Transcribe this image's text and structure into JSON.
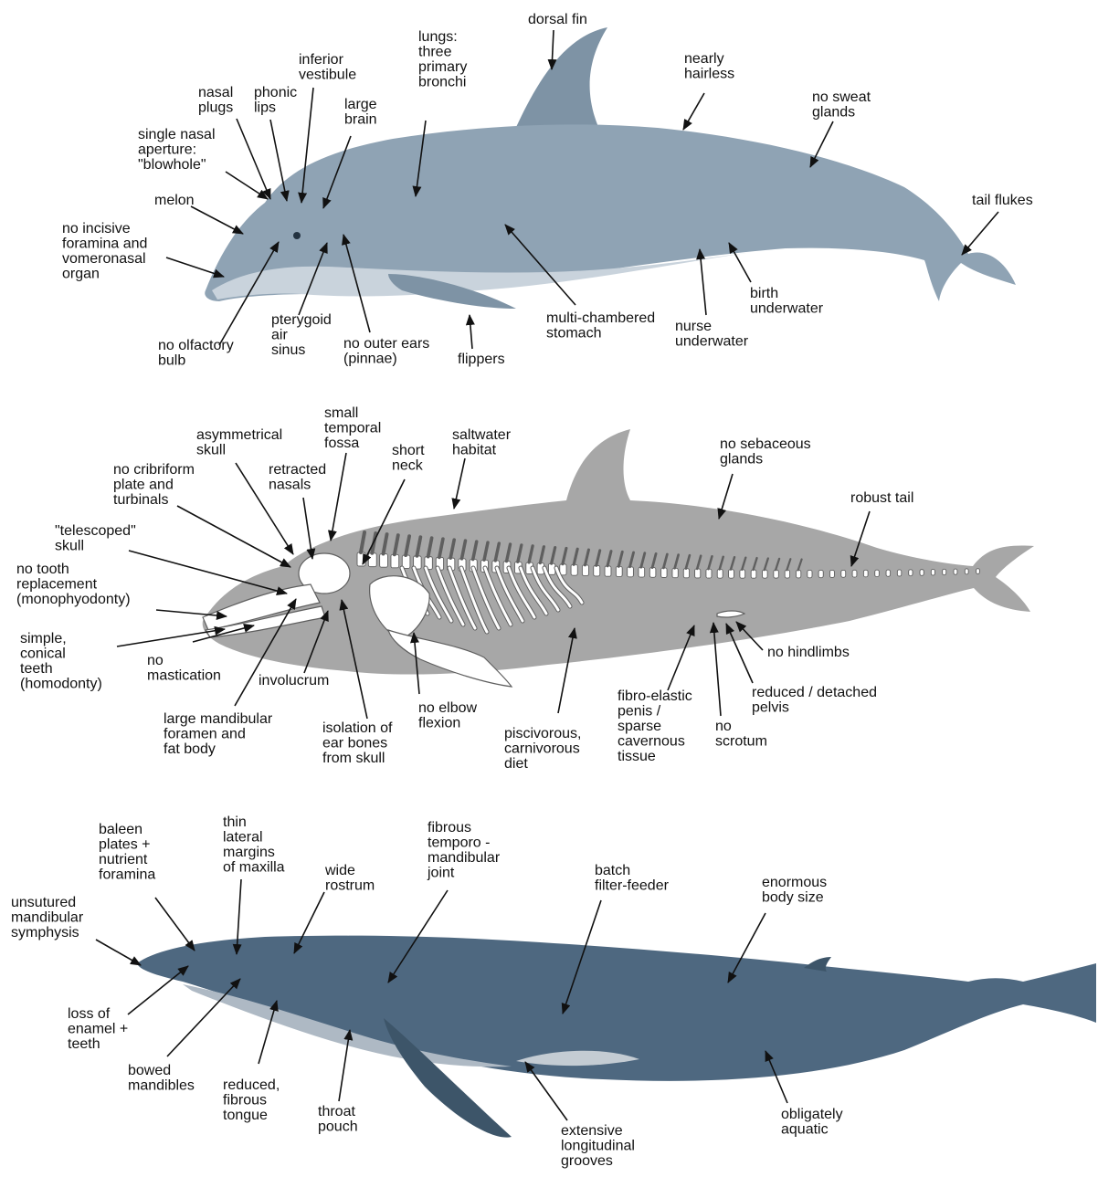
{
  "colors": {
    "dolphin_body": "#8fa3b4",
    "dolphin_belly": "#c9d3dc",
    "dolphin_fin": "#7e93a5",
    "silhouette": "#a7a7a7",
    "bone": "#ffffff",
    "bone_outline": "#5f5f5f",
    "whale_body": "#4e6880",
    "whale_dark": "#3d5569",
    "whale_belly": "#aeb9c4",
    "label_text": "#111111",
    "pointer": "#111111"
  },
  "panels": [
    {
      "id": "dolphin-external",
      "labels": [
        {
          "name": "dorsal-fin",
          "lines": [
            "dorsal fin"
          ]
        },
        {
          "name": "lungs",
          "lines": [
            "lungs:",
            "three",
            "primary",
            "bronchi"
          ]
        },
        {
          "name": "inferior-vestibule",
          "lines": [
            "inferior",
            "vestibule"
          ]
        },
        {
          "name": "nasal-plugs",
          "lines": [
            "nasal",
            "plugs"
          ]
        },
        {
          "name": "phonic-lips",
          "lines": [
            "phonic",
            "lips"
          ]
        },
        {
          "name": "large-brain",
          "lines": [
            "large",
            "brain"
          ]
        },
        {
          "name": "nearly-hairless",
          "lines": [
            "nearly",
            "hairless"
          ]
        },
        {
          "name": "no-sweat-glands",
          "lines": [
            "no sweat",
            "glands"
          ]
        },
        {
          "name": "blowhole",
          "lines": [
            "single nasal",
            "aperture:",
            "\"blowhole\""
          ]
        },
        {
          "name": "melon",
          "lines": [
            "melon"
          ]
        },
        {
          "name": "tail-flukes",
          "lines": [
            "tail flukes"
          ]
        },
        {
          "name": "no-incisive-foramina",
          "lines": [
            "no incisive",
            "foramina and",
            "vomeronasal",
            "organ"
          ]
        },
        {
          "name": "pterygoid-air-sinus",
          "lines": [
            "pterygoid",
            "air",
            "sinus"
          ]
        },
        {
          "name": "multi-chambered-stomach",
          "lines": [
            "multi-chambered",
            "stomach"
          ]
        },
        {
          "name": "birth-underwater",
          "lines": [
            "birth",
            "underwater"
          ]
        },
        {
          "name": "no-olfactory-bulb",
          "lines": [
            "no olfactory",
            "bulb"
          ]
        },
        {
          "name": "no-outer-ears",
          "lines": [
            "no outer ears",
            "(pinnae)"
          ]
        },
        {
          "name": "flippers",
          "lines": [
            "flippers"
          ]
        },
        {
          "name": "nurse-underwater",
          "lines": [
            "nurse",
            "underwater"
          ]
        }
      ]
    },
    {
      "id": "dolphin-skeleton",
      "labels": [
        {
          "name": "small-temporal-fossa",
          "lines": [
            "small",
            "temporal",
            "fossa"
          ]
        },
        {
          "name": "saltwater-habitat",
          "lines": [
            "saltwater",
            "habitat"
          ]
        },
        {
          "name": "asymmetrical-skull",
          "lines": [
            "asymmetrical",
            "skull"
          ]
        },
        {
          "name": "short-neck",
          "lines": [
            "short",
            "neck"
          ]
        },
        {
          "name": "no-sebaceous-glands",
          "lines": [
            "no sebaceous",
            "glands"
          ]
        },
        {
          "name": "no-cribriform-plate",
          "lines": [
            "no cribriform",
            "plate and",
            "turbinals"
          ]
        },
        {
          "name": "retracted-nasals",
          "lines": [
            "retracted",
            "nasals"
          ]
        },
        {
          "name": "robust-tail",
          "lines": [
            "robust tail"
          ]
        },
        {
          "name": "telescoped-skull",
          "lines": [
            "\"telescoped\"",
            "skull"
          ]
        },
        {
          "name": "no-tooth-replacement",
          "lines": [
            "no tooth",
            "replacement",
            "(monophyodonty)"
          ]
        },
        {
          "name": "simple-conical-teeth",
          "lines": [
            "simple,",
            "conical",
            "teeth",
            "(homodonty)"
          ]
        },
        {
          "name": "no-mastication",
          "lines": [
            "no",
            "mastication"
          ]
        },
        {
          "name": "involucrum",
          "lines": [
            "involucrum"
          ]
        },
        {
          "name": "no-hindlimbs",
          "lines": [
            "no hindlimbs"
          ]
        },
        {
          "name": "large-mandibular-foramen",
          "lines": [
            "large mandibular",
            "foramen and",
            "fat body"
          ]
        },
        {
          "name": "isolation-of-ear-bones",
          "lines": [
            "isolation of",
            "ear bones",
            "from skull"
          ]
        },
        {
          "name": "no-elbow-flexion",
          "lines": [
            "no elbow",
            "flexion"
          ]
        },
        {
          "name": "piscivorous-diet",
          "lines": [
            "piscivorous,",
            "carnivorous",
            "diet"
          ]
        },
        {
          "name": "fibro-elastic-penis",
          "lines": [
            "fibro-elastic",
            "penis /",
            "sparse",
            "cavernous",
            "tissue"
          ]
        },
        {
          "name": "no-scrotum",
          "lines": [
            "no",
            "scrotum"
          ]
        },
        {
          "name": "reduced-pelvis",
          "lines": [
            "reduced / detached",
            "pelvis"
          ]
        }
      ]
    },
    {
      "id": "baleen-whale",
      "labels": [
        {
          "name": "thin-lateral-margins",
          "lines": [
            "thin",
            "lateral",
            "margins",
            "of maxilla"
          ]
        },
        {
          "name": "fibrous-tmj",
          "lines": [
            "fibrous",
            "temporo -",
            "mandibular",
            "joint"
          ]
        },
        {
          "name": "baleen-plates",
          "lines": [
            "baleen",
            "plates +",
            "nutrient",
            "foramina"
          ]
        },
        {
          "name": "wide-rostrum",
          "lines": [
            "wide",
            "rostrum"
          ]
        },
        {
          "name": "batch-filter-feeder",
          "lines": [
            "batch",
            "filter-feeder"
          ]
        },
        {
          "name": "enormous-body-size",
          "lines": [
            "enormous",
            "body size"
          ]
        },
        {
          "name": "unsutured-symphysis",
          "lines": [
            "unsutured",
            "mandibular",
            "symphysis"
          ]
        },
        {
          "name": "loss-of-enamel",
          "lines": [
            "loss of",
            "enamel +",
            "teeth"
          ]
        },
        {
          "name": "bowed-mandibles",
          "lines": [
            "bowed",
            "mandibles"
          ]
        },
        {
          "name": "reduced-tongue",
          "lines": [
            "reduced,",
            "fibrous",
            "tongue"
          ]
        },
        {
          "name": "throat-pouch",
          "lines": [
            "throat",
            "pouch"
          ]
        },
        {
          "name": "obligately-aquatic",
          "lines": [
            "obligately",
            "aquatic"
          ]
        },
        {
          "name": "longitudinal-grooves",
          "lines": [
            "extensive",
            "longitudinal",
            "grooves"
          ]
        }
      ]
    }
  ]
}
